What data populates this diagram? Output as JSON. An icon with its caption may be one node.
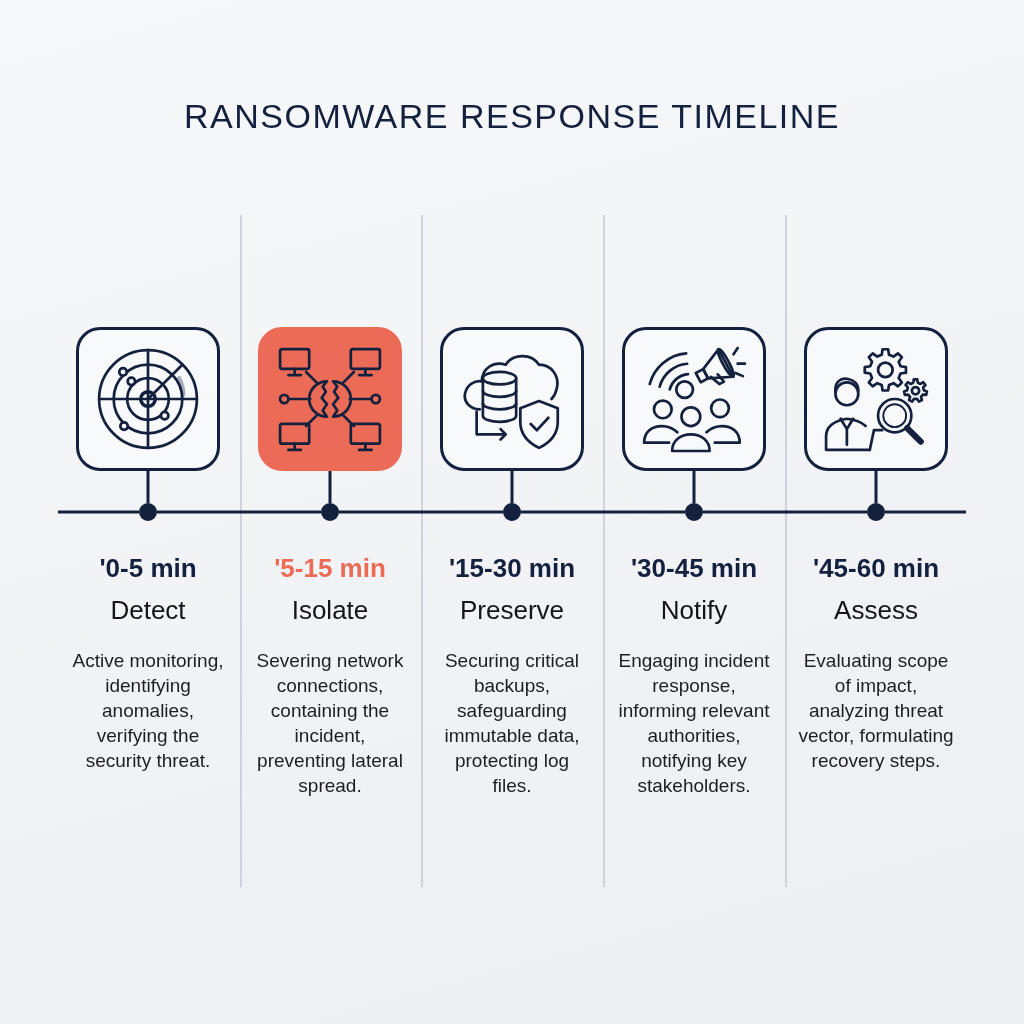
{
  "diagram": {
    "title": "RANSOMWARE RESPONSE TIMELINE",
    "nodes": [
      {
        "text": [],
        "shape": "picture"
      },
      {
        "text": [],
        "shape": "picture"
      },
      {
        "text": [],
        "shape": "picture"
      },
      {
        "text": [],
        "shape": "picture"
      },
      {
        "text": [],
        "shape": "picture"
      },
      {
        "text": [],
        "shape": "circle",
        "beside": [
          "'0-5 min",
          "Detect",
          "Active monitoring, identifying anomalies, verifying the security threat."
        ]
      },
      {
        "text": [],
        "shape": "circle",
        "beside": [
          "'5-15 min",
          "Isolate",
          "Severing network connections, containing the incident, preventing lateral spread."
        ]
      },
      {
        "text": [],
        "shape": "circle",
        "beside": [
          "'15-30 min",
          "Preserve",
          "Securing critical backups, safeguarding immutable data, protecting log files."
        ]
      },
      {
        "text": [],
        "shape": "circle",
        "beside": [
          "'30-45 min",
          "Notify",
          "Engaging incident response, informing relevant authorities, notifying key stakeholders."
        ]
      },
      {
        "text": [],
        "shape": "circle",
        "beside": [
          "'45-60 min",
          "Assess",
          "Evaluating scope of impact, analyzing threat vector, formulating recovery steps."
        ]
      }
    ],
    "edges": [
      {
        "from": 0,
        "to": 5,
        "arrow": "none"
      },
      {
        "from": 1,
        "to": 6,
        "arrow": "none"
      },
      {
        "from": 2,
        "to": 7,
        "arrow": "none"
      },
      {
        "from": 3,
        "to": 8,
        "arrow": "none"
      },
      {
        "from": 4,
        "to": 9,
        "arrow": "none"
      },
      {
        "from": null,
        "to": 5,
        "arrow": "none"
      },
      {
        "from": 5,
        "to": 6,
        "arrow": "none"
      },
      {
        "from": 6,
        "to": 7,
        "arrow": "none"
      },
      {
        "from": 7,
        "to": 8,
        "arrow": "none"
      },
      {
        "from": 8,
        "to": 9,
        "arrow": "none"
      },
      {
        "from": 9,
        "to": null,
        "arrow": "none"
      }
    ]
  }
}
